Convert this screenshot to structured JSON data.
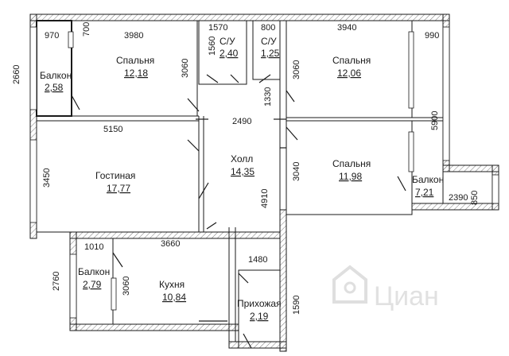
{
  "rooms": {
    "bedroom_left": {
      "name": "Спальня",
      "area": "12,18"
    },
    "bath_1": {
      "name": "С/У",
      "area": "2,40"
    },
    "bath_2": {
      "name": "С/У",
      "area": "1,25"
    },
    "bedroom_right_top": {
      "name": "Спальня",
      "area": "12,06"
    },
    "living": {
      "name": "Гостиная",
      "area": "17,77"
    },
    "hall": {
      "name": "Холл",
      "area": "14,35"
    },
    "bedroom_right_mid": {
      "name": "Спальня",
      "area": "11,98"
    },
    "balcony_top_left": {
      "name": "Балкон",
      "area": "2,58"
    },
    "balcony_right": {
      "name": "Балкон",
      "area": "7,21"
    },
    "balcony_bottom_left": {
      "name": "Балкон",
      "area": "2,79"
    },
    "kitchen": {
      "name": "Кухня",
      "area": "10,84"
    },
    "entry": {
      "name": "Прихожая",
      "area": "2,19"
    }
  },
  "dimensions": {
    "d970": "970",
    "d700": "700",
    "d3980": "3980",
    "d1570": "1570",
    "d800": "800",
    "d3940": "3940",
    "d990": "990",
    "d2660": "2660",
    "d1560": "1560",
    "d3060_a": "3060",
    "d3060_b": "3060",
    "d1330": "1330",
    "d5900": "5900",
    "d5150": "5150",
    "d2490": "2490",
    "d3450": "3450",
    "d3040": "3040",
    "d4910": "4910",
    "d2390": "2390",
    "d850": "850",
    "d1010": "1010",
    "d3660": "3660",
    "d1480": "1480",
    "d2760": "2760",
    "d3060_c": "3060",
    "d1590": "1590"
  },
  "watermark": {
    "text": "Циан",
    "icon": "cian-house-logo-icon"
  }
}
